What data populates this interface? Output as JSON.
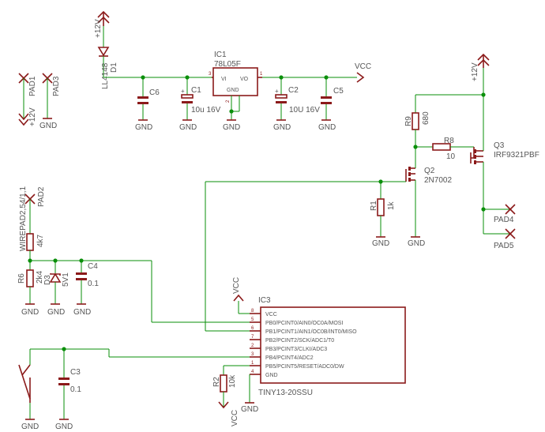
{
  "power": {
    "v12": "+12V",
    "vcc": "VCC",
    "gnd": "GND"
  },
  "d1": {
    "name": "D1",
    "value": "LL4148"
  },
  "ic1": {
    "name": "IC1",
    "value": "78L05F",
    "pin_vi": "VI",
    "pin_vo": "VO",
    "pin_gnd": "GND",
    "pin_num_in": "3",
    "pin_num_out": "1",
    "pin_num_gnd": "2"
  },
  "c6": {
    "name": "C6"
  },
  "c1": {
    "name": "C1",
    "value": "10u 16V"
  },
  "c2": {
    "name": "C2",
    "value": "10U 16V"
  },
  "c5": {
    "name": "C5"
  },
  "pad1": {
    "name": "PAD1"
  },
  "pad3": {
    "name": "PAD3"
  },
  "r9": {
    "name": "R9",
    "value": "680"
  },
  "r8": {
    "name": "R8",
    "value": "10"
  },
  "q3": {
    "name": "Q3",
    "value": "IRF9321PBF"
  },
  "q2": {
    "name": "Q2",
    "value": "2N7002"
  },
  "r1": {
    "name": "R1",
    "value": "1k"
  },
  "pad4": {
    "name": "PAD4"
  },
  "pad5": {
    "name": "PAD5"
  },
  "pad2": {
    "name": "PAD2",
    "value": "WIREPAD2,54/1,1"
  },
  "r6": {
    "name": "R6",
    "value": "2k4"
  },
  "r_top": {
    "value": "4k7"
  },
  "d3": {
    "name": "D3",
    "value": "5V1"
  },
  "c4": {
    "name": "C4",
    "value": "0.1"
  },
  "c3": {
    "name": "C3",
    "value": "0.1"
  },
  "r2": {
    "name": "R2",
    "value": "10k"
  },
  "ic3": {
    "name": "IC3",
    "value": "TINY13-20SSU",
    "pins": [
      {
        "num": "8",
        "label": "VCC"
      },
      {
        "num": "5",
        "label": "PB0/PCINT0/AIN0/OC0A/MOSI"
      },
      {
        "num": "6",
        "label": "PB1/PCINT1/AIN1/OC0B/INT0/MISO"
      },
      {
        "num": "7",
        "label": "PB2/PCINT2/SCK/ADC1/T0"
      },
      {
        "num": "2",
        "label": "PB3/PCINT3/CLKI/ADC3"
      },
      {
        "num": "3",
        "label": "PB4/PCINT4/ADC2"
      },
      {
        "num": "1",
        "label": "PB5/PCINT5/RESET/ADC0/DW"
      },
      {
        "num": "4",
        "label": "GND"
      }
    ]
  }
}
